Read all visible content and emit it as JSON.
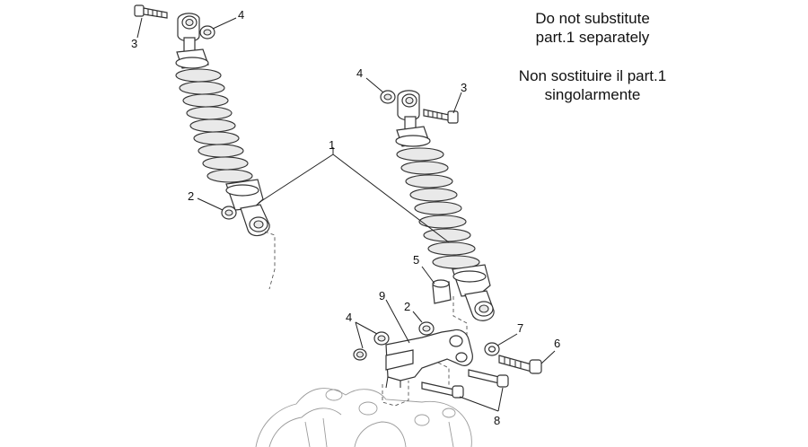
{
  "notes": {
    "en_line1": "Do not substitute",
    "en_line2": "part.1 separately",
    "it_line1": "Non sostituire il part.1",
    "it_line2": "singolarmente"
  },
  "callouts": {
    "c1": "1",
    "c2_left": "2",
    "c2_bottom": "2",
    "c3_left": "3",
    "c3_right": "3",
    "c4_left": "4",
    "c4_right": "4",
    "c4_bottom": "4",
    "c5": "5",
    "c6": "6",
    "c7": "7",
    "c8": "8",
    "c9": "9"
  }
}
